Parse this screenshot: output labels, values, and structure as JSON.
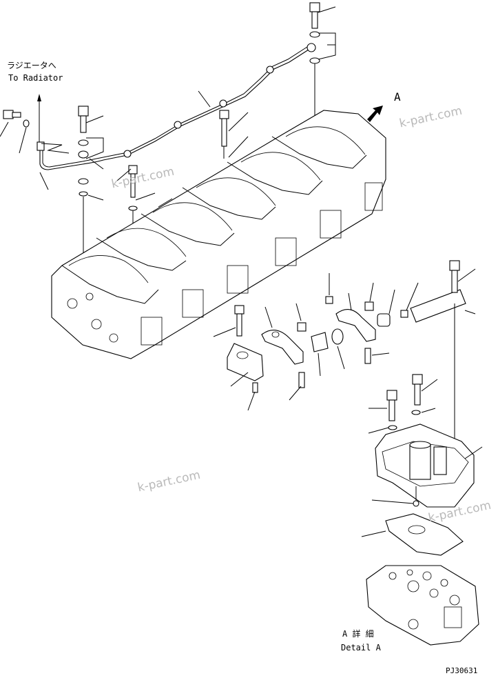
{
  "labels": {
    "radiator_jp": "ラジエータへ",
    "radiator_en": "To Radiator",
    "view_letter": "A",
    "detail_jp": "A 詳 細",
    "detail_en": "Detail A",
    "drawing_code": "PJ30631"
  },
  "watermark": {
    "text": "k-part.com",
    "color": "#b9b9b9"
  },
  "colors": {
    "line": "#000000",
    "background": "#ffffff"
  },
  "icons": {
    "view_arrow": "view-arrow-icon"
  }
}
